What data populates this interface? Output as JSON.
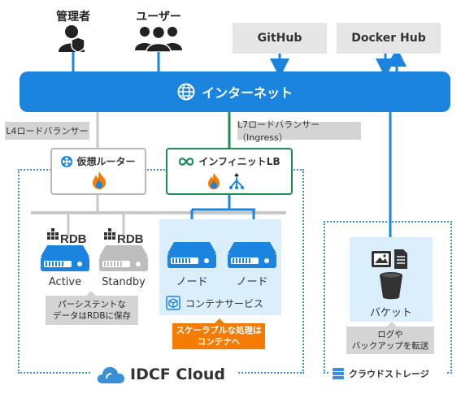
{
  "actors": {
    "admin": "管理者",
    "users": "ユーザー"
  },
  "external": {
    "github": "GitHub",
    "dockerhub": "Docker Hub"
  },
  "internet": "インターネット",
  "load_balancers": {
    "l4": "L4ロードバランサー",
    "l7": "L7ロードバランサー（Ingress）"
  },
  "router": "仮想ルーター",
  "infinite_lb": "インフィニットLB",
  "rdb": {
    "logo": "RDB",
    "active": "Active",
    "standby": "Standby"
  },
  "nodes": {
    "node1": "ノード",
    "node2": "ノード"
  },
  "container_service": "コンテナサービス",
  "scalable_note": [
    "スケーラブルな処理は",
    "コンテナへ"
  ],
  "persistent_note": [
    "パーシステントな",
    "データはRDBに保存"
  ],
  "bucket": "バケット",
  "log_note": [
    "ログや",
    "バックアップを転送"
  ],
  "cloud_brand": "IDCF Cloud",
  "storage_brand": "クラウドストレージ",
  "colors": {
    "primary_blue": "#1a84de",
    "green": "#1e8a54",
    "orange": "#f57c00",
    "gray": "#d4d4d4"
  }
}
